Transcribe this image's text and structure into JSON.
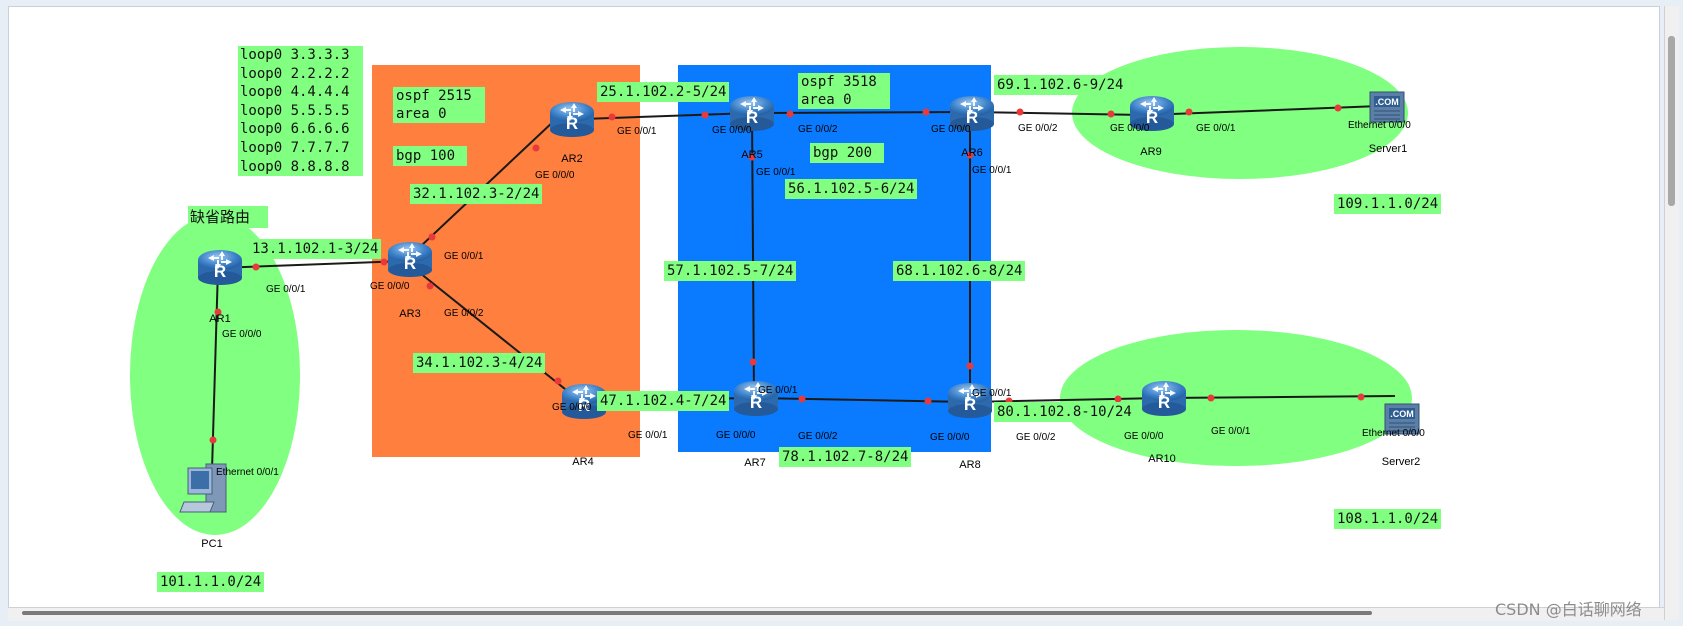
{
  "loopbacks": [
    "loop0 3.3.3.3",
    "loop0 2.2.2.2",
    "loop0 4.4.4.4",
    "loop0 5.5.5.5",
    "loop0 6.6.6.6",
    "loop0 7.7.7.7",
    "loop0 8.8.8.8"
  ],
  "areas": {
    "as100": {
      "ospf": "ospf 2515",
      "area": "area 0",
      "bgp": "bgp 100",
      "color": "#ff7f3f"
    },
    "as200": {
      "ospf": "ospf 3518",
      "area": "area 0",
      "bgp": "bgp 200",
      "color": "#0a7bff"
    }
  },
  "default_route_label": "缺省路由",
  "colors": {
    "label_bg": "#80ff80",
    "ellipse": "#80ff80",
    "link": "#1a1a1a",
    "port_dot": "#e83a3a",
    "router_body": "#3a7fc8"
  },
  "devices": {
    "ar1": "AR1",
    "ar2": "AR2",
    "ar3": "AR3",
    "ar4": "AR4",
    "ar5": "AR5",
    "ar6": "AR6",
    "ar7": "AR7",
    "ar8": "AR8",
    "ar9": "AR9",
    "ar10": "AR10",
    "pc1": "PC1",
    "server1": "Server1",
    "server2": "Server2"
  },
  "server_badge": ".COM",
  "ports": {
    "ar1_a": "GE 0/0/1",
    "ar1_b": "GE 0/0/0",
    "ar2_a": "GE 0/0/1",
    "ar2_b": "GE 0/0/0",
    "ar3_a": "GE 0/0/0",
    "ar3_b": "GE 0/0/1",
    "ar3_c": "GE 0/0/2",
    "ar4_a": "GE 0/0/0",
    "ar4_b": "GE 0/0/1",
    "ar5_a": "GE 0/0/0",
    "ar5_b": "GE 0/0/2",
    "ar5_c": "GE 0/0/1",
    "ar6_a": "GE 0/0/0",
    "ar6_b": "GE 0/0/2",
    "ar6_c": "GE 0/0/1",
    "ar7_a": "GE 0/0/1",
    "ar7_b": "GE 0/0/0",
    "ar7_c": "GE 0/0/2",
    "ar8_a": "GE 0/0/1",
    "ar8_b": "GE 0/0/0",
    "ar8_c": "GE 0/0/2",
    "ar9_a": "GE 0/0/0",
    "ar9_b": "GE 0/0/1",
    "ar10_a": "GE 0/0/0",
    "ar10_b": "GE 0/0/1",
    "pc1": "Ethernet 0/0/1",
    "server1": "Ethernet 0/0/0",
    "server2": "Ethernet 0/0/0"
  },
  "subnets": {
    "s13": "13.1.102.1-3/24",
    "s32": "32.1.102.3-2/24",
    "s34": "34.1.102.3-4/24",
    "s25": "25.1.102.2-5/24",
    "s47": "47.1.102.4-7/24",
    "s56": "56.1.102.5-6/24",
    "s57": "57.1.102.5-7/24",
    "s68": "68.1.102.6-8/24",
    "s78": "78.1.102.7-8/24",
    "s69": "69.1.102.6-9/24",
    "s80": "80.1.102.8-10/24",
    "n101": "101.1.1.0/24",
    "n109": "109.1.1.0/24",
    "n108": "108.1.1.0/24"
  },
  "watermark": "CSDN @白话聊网络"
}
